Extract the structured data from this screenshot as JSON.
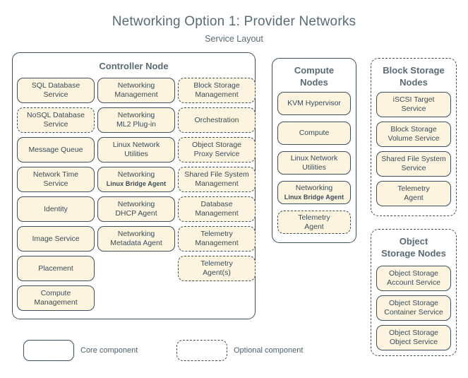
{
  "title": "Networking Option 1: Provider Networks",
  "subtitle": "Service Layout",
  "colors": {
    "box_fill": "#fdf4e0",
    "border": "#3d4f58",
    "title_text": "#5b6b73",
    "body_text": "#3a4c57",
    "background": "#ffffff"
  },
  "groups": {
    "controller": {
      "title": "Controller Node",
      "style": "solid",
      "columns": [
        {
          "items": [
            {
              "line1": "SQL Database",
              "line2": "Service",
              "style": "solid"
            },
            {
              "line1": "NoSQL Database",
              "line2": "Service",
              "style": "dashed"
            },
            {
              "line1": "Message Queue",
              "line2": "",
              "style": "solid"
            },
            {
              "line1": "Network Time",
              "line2": "Service",
              "style": "solid"
            },
            {
              "line1": "Identity",
              "line2": "",
              "style": "solid"
            },
            {
              "line1": "Image Service",
              "line2": "",
              "style": "solid"
            },
            {
              "line1": "Placement",
              "line2": "",
              "style": "solid"
            },
            {
              "line1": "Compute",
              "line2": "Management",
              "style": "solid"
            }
          ]
        },
        {
          "items": [
            {
              "line1": "Networking",
              "line2": "Management",
              "style": "solid"
            },
            {
              "line1": "Networking",
              "line2": "ML2 Plug-in",
              "style": "solid"
            },
            {
              "line1": "Linux Network",
              "line2": "Utilities",
              "style": "solid"
            },
            {
              "line1": "Networking",
              "line2": "Linux Bridge Agent",
              "style": "solid",
              "sublabel": true
            },
            {
              "line1": "Networking",
              "line2": "DHCP Agent",
              "style": "solid"
            },
            {
              "line1": "Networking",
              "line2": "Metadata Agent",
              "style": "solid"
            }
          ]
        },
        {
          "items": [
            {
              "line1": "Block Storage",
              "line2": "Management",
              "style": "dashed"
            },
            {
              "line1": "Orchestration",
              "line2": "",
              "style": "dashed"
            },
            {
              "line1": "Object Storage",
              "line2": "Proxy Service",
              "style": "dashed"
            },
            {
              "line1": "Shared File System",
              "line2": "Management",
              "style": "dashed"
            },
            {
              "line1": "Database",
              "line2": "Management",
              "style": "dashed"
            },
            {
              "line1": "Telemetry",
              "line2": "Management",
              "style": "dashed"
            },
            {
              "line1": "Telemetry",
              "line2": "Agent(s)",
              "style": "dashed"
            }
          ]
        }
      ]
    },
    "compute": {
      "title_line1": "Compute",
      "title_line2": "Nodes",
      "style": "solid",
      "items": [
        {
          "line1": "KVM Hypervisor",
          "line2": "",
          "style": "solid"
        },
        {
          "line1": "Compute",
          "line2": "",
          "style": "solid"
        },
        {
          "line1": "Linux Network",
          "line2": "Utilities",
          "style": "solid"
        },
        {
          "line1": "Networking",
          "line2": "Linux Bridge Agent",
          "style": "solid",
          "sublabel": true
        },
        {
          "line1": "Telemetry",
          "line2": "Agent",
          "style": "dashed"
        }
      ]
    },
    "block_storage": {
      "title_line1": "Block Storage",
      "title_line2": "Nodes",
      "style": "dashed",
      "items": [
        {
          "line1": "iSCSI Target",
          "line2": "Service",
          "style": "solid"
        },
        {
          "line1": "Block Storage",
          "line2": "Volume Service",
          "style": "solid"
        },
        {
          "line1": "Shared File System",
          "line2": "Service",
          "style": "solid"
        },
        {
          "line1": "Telemetry",
          "line2": "Agent",
          "style": "solid"
        }
      ]
    },
    "object_storage": {
      "title_line1": "Object",
      "title_line2": "Storage Nodes",
      "style": "dashed",
      "items": [
        {
          "line1": "Object Storage",
          "line2": "Account Service",
          "style": "solid"
        },
        {
          "line1": "Object Storage",
          "line2": "Container Service",
          "style": "solid"
        },
        {
          "line1": "Object Storage",
          "line2": "Object Service",
          "style": "solid"
        }
      ]
    }
  },
  "legend": {
    "core_label": "Core component",
    "optional_label": "Optional component"
  }
}
